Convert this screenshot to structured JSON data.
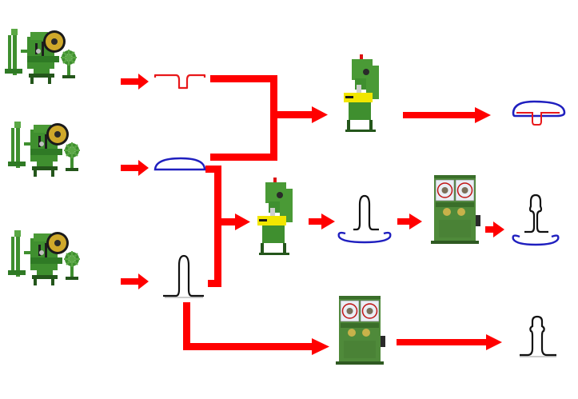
{
  "diagram": {
    "background": "#ffffff",
    "colors": {
      "arrow": "#ff0000",
      "machine_green": "#3f8f2f",
      "machine_dark": "#24561b",
      "machine_yellow": "#f2e600",
      "profile_red": "#e8181a",
      "profile_blue": "#1f1fbf",
      "profile_black": "#111111",
      "panel_green": "#4f8a3a",
      "coil_white": "#e9eef5"
    },
    "machines": [
      {
        "id": "stamping-press-1",
        "kind": "stamping-press-line"
      },
      {
        "id": "stamping-press-2",
        "kind": "stamping-press-line"
      },
      {
        "id": "stamping-press-3",
        "kind": "stamping-press-line"
      },
      {
        "id": "assembly-press-1",
        "kind": "assembly-press"
      },
      {
        "id": "assembly-press-2",
        "kind": "assembly-press"
      },
      {
        "id": "rolling-machine-1",
        "kind": "rolling-machine"
      },
      {
        "id": "rolling-machine-2",
        "kind": "rolling-machine"
      }
    ],
    "parts": [
      {
        "id": "red-cap-part",
        "shape": "t-profile",
        "color": "red"
      },
      {
        "id": "blue-dome-part",
        "shape": "dome",
        "color": "blue"
      },
      {
        "id": "black-post-part",
        "shape": "post",
        "color": "black"
      },
      {
        "id": "assembled-cap",
        "shape": "cap-on-t",
        "color": "red-blue"
      },
      {
        "id": "post-with-base",
        "shape": "post-on-dome",
        "color": "black-blue"
      },
      {
        "id": "rolled-post-with-base",
        "shape": "rolled-post-on-dome",
        "color": "black-blue"
      },
      {
        "id": "rolled-post",
        "shape": "rolled-post",
        "color": "black"
      }
    ],
    "flow": [
      {
        "from": "stamping-press-1",
        "to": "red-cap-part"
      },
      {
        "from": "stamping-press-2",
        "to": "blue-dome-part"
      },
      {
        "from": "stamping-press-3",
        "to": "black-post-part"
      },
      {
        "from": "red-cap-part",
        "to": "assembly-press-1"
      },
      {
        "from": "blue-dome-part",
        "to": "assembly-press-1"
      },
      {
        "from": "assembly-press-1",
        "to": "assembled-cap"
      },
      {
        "from": "blue-dome-part",
        "to": "assembly-press-2"
      },
      {
        "from": "black-post-part",
        "to": "assembly-press-2"
      },
      {
        "from": "assembly-press-2",
        "to": "post-with-base"
      },
      {
        "from": "post-with-base",
        "to": "rolling-machine-1"
      },
      {
        "from": "rolling-machine-1",
        "to": "rolled-post-with-base"
      },
      {
        "from": "black-post-part",
        "to": "rolling-machine-2"
      },
      {
        "from": "rolling-machine-2",
        "to": "rolled-post"
      }
    ]
  }
}
